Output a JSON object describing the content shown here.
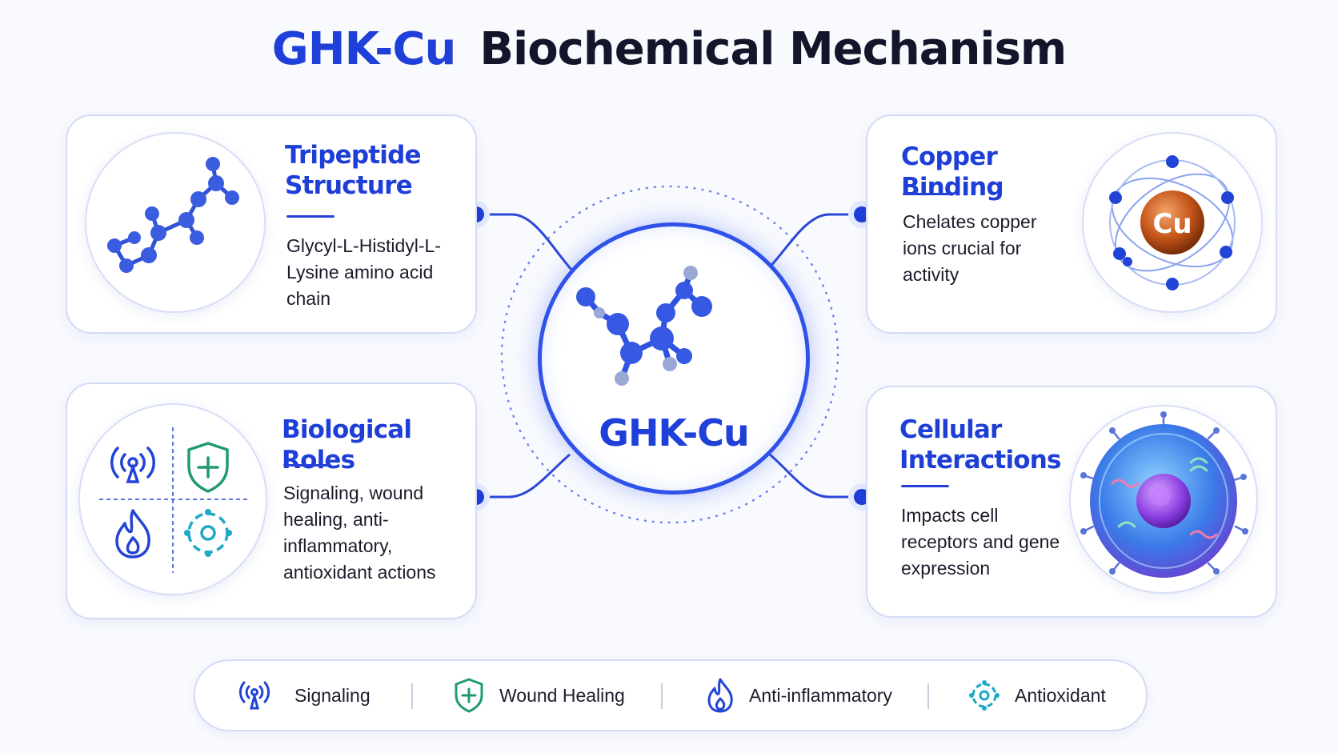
{
  "title": {
    "part1": "GHK-Cu",
    "part2": "Biochemical Mechanism"
  },
  "center": {
    "label": "GHK-Cu"
  },
  "cards": {
    "tripeptide": {
      "title": "Tripeptide Structure",
      "desc": "Glycyl-L-Histidyl-L-Lysine amino acid chain"
    },
    "copper": {
      "title": "Copper Binding",
      "desc": "Chelates copper ions crucial for activity",
      "atom_label": "Cu"
    },
    "roles": {
      "title": "Biological Roles",
      "desc": "Signaling, wound healing, anti-inflammatory, antioxidant actions"
    },
    "cellular": {
      "title": "Cellular Interactions",
      "desc": "Impacts cell receptors and gene expression"
    }
  },
  "legend": {
    "items": [
      {
        "label": "Signaling",
        "icon": "signal-antenna-icon"
      },
      {
        "label": "Wound Healing",
        "icon": "shield-plus-icon"
      },
      {
        "label": "Anti-inflammatory",
        "icon": "flame-icon"
      },
      {
        "label": "Antioxidant",
        "icon": "gear-cycle-icon"
      }
    ]
  },
  "colors": {
    "accent": "#1f3fd9",
    "connector": "#2a48d8",
    "molecule": "#3a5de0",
    "copper": "#c6561a",
    "healing": "#1f9a74",
    "antioxidant": "#1fa9c8",
    "card_border": "#d3dbf6"
  }
}
